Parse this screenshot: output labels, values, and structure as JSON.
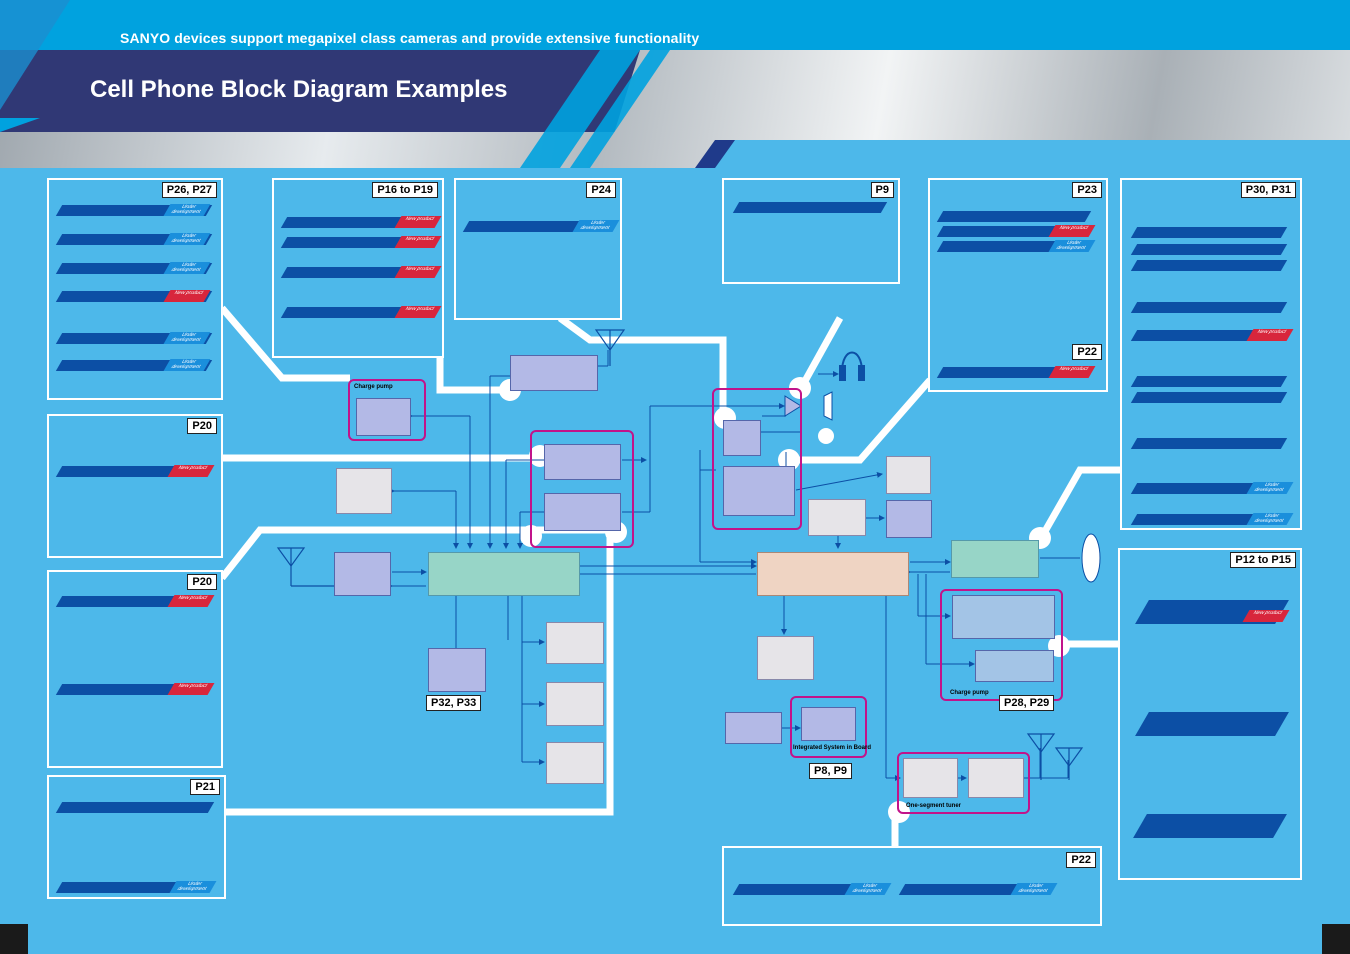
{
  "header": {
    "tagline": "SANYO devices support megapixel class cameras and provide extensive functionality",
    "title": "Cell Phone Block Diagram Examples"
  },
  "sections": [
    {
      "id": "s1",
      "page": "P26, P27",
      "tags": [
        "Under development",
        "Under development",
        "Under development",
        "New product",
        "Under development",
        "Under development"
      ]
    },
    {
      "id": "s2",
      "page": "P20",
      "tags": [
        "New product"
      ]
    },
    {
      "id": "s3",
      "page": "P20",
      "tags": [
        "New product",
        "New product"
      ]
    },
    {
      "id": "s4",
      "page": "P21",
      "tags": [
        "Under development"
      ]
    },
    {
      "id": "s5",
      "page": "P16 to P19",
      "tags": [
        "New product",
        "New product",
        "New product",
        "New product"
      ]
    },
    {
      "id": "s6",
      "page": "P24",
      "tags": [
        "Under development"
      ]
    },
    {
      "id": "s7",
      "page": "P9",
      "tags": []
    },
    {
      "id": "s8",
      "page": "P23",
      "tags": [
        "New product",
        "Under development"
      ]
    },
    {
      "id": "s8b",
      "page": "P22",
      "tags": [
        "New product"
      ]
    },
    {
      "id": "s9",
      "page": "P30, P31",
      "tags": [
        "New product",
        "Under development",
        "Under development"
      ]
    },
    {
      "id": "s10",
      "page": "P12 to P15",
      "tags": [
        "New product"
      ]
    },
    {
      "id": "s11",
      "page": "P22",
      "tags": [
        "Under development",
        "Under development"
      ]
    }
  ],
  "block_labels": {
    "charge_pump_1": "Charge pump",
    "charge_pump_2": "Charge pump",
    "isb": "Integrated System in Board",
    "tuner": "One-segment tuner"
  },
  "page_tags": {
    "p32": "P32, P33",
    "p8": "P8, P9",
    "p28": "P28, P29"
  },
  "colors": {
    "background": "#4db8ea",
    "navy": "#303875",
    "bar": "#0c4fa5",
    "new_tag": "#d8263c",
    "dev_tag": "#1a8fdc",
    "highlight": "#c2138a"
  }
}
